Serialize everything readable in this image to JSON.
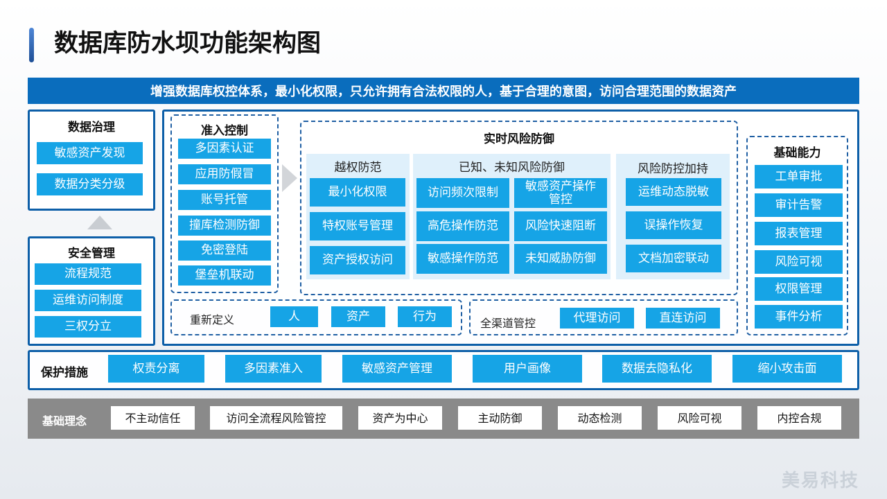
{
  "title": "数据库防水坝功能架构图",
  "banner": "增强数据库权控体系，最小化权限，只允许拥有合法权限的人，基于合理的意图，访问合理范围的数据资产",
  "data_governance": {
    "title": "数据治理",
    "items": [
      "敏感资产发现",
      "数据分类分级"
    ]
  },
  "security_mgmt": {
    "title": "安全管理",
    "items": [
      "流程规范",
      "运维访问制度",
      "三权分立"
    ]
  },
  "access_control": {
    "title": "准入控制",
    "items": [
      "多因素认证",
      "应用防假冒",
      "账号托管",
      "撞库检测防御",
      "免密登陆",
      "堡垒机联动"
    ]
  },
  "realtime": {
    "title": "实时风险防御",
    "privilege": {
      "title": "越权防范",
      "items": [
        "最小化权限",
        "特权账号管理",
        "资产授权访问"
      ]
    },
    "known_unknown": {
      "title": "已知、未知风险防御",
      "items": [
        "访问频次限制",
        "敏感资产操作管控",
        "高危操作防范",
        "风险快速阻断",
        "敏感操作防范",
        "未知威胁防御"
      ]
    },
    "plus": {
      "title": "风险防控加持",
      "items": [
        "运维动态脱敏",
        "误操作恢复",
        "文档加密联动"
      ]
    }
  },
  "redefine": {
    "label": "重新定义",
    "items": [
      "人",
      "资产",
      "行为"
    ]
  },
  "channel": {
    "label": "全渠道管控",
    "items": [
      "代理访问",
      "直连访问"
    ]
  },
  "basic_ability": {
    "title": "基础能力",
    "items": [
      "工单审批",
      "审计告警",
      "报表管理",
      "风险可视",
      "权限管理",
      "事件分析"
    ]
  },
  "protection": {
    "label": "保护措施",
    "items": [
      "权责分离",
      "多因素准入",
      "敏感资产管理",
      "用户画像",
      "数据去隐私化",
      "缩小攻击面"
    ]
  },
  "philosophy": {
    "label": "基础理念",
    "items": [
      "不主动信任",
      "访问全流程风险管控",
      "资产为中心",
      "主动防御",
      "动态检测",
      "风险可视",
      "内控合规"
    ]
  },
  "watermark": "美易科技"
}
